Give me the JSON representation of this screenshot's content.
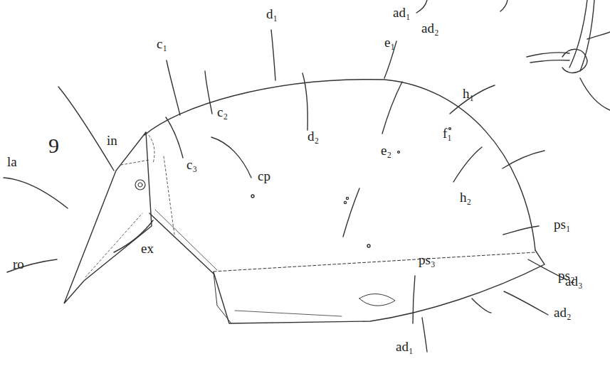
{
  "diagram": {
    "labels": [
      "d₁",
      "ad₁",
      "ad₂",
      "c₁",
      "e₁",
      "h₁",
      "c₂",
      "9",
      "in",
      "la",
      "c₃",
      "cp",
      "d₂",
      "e₂",
      "f₁",
      "h₂",
      "ps₁",
      "ps₂",
      "ex",
      "ro",
      "ps₃",
      "ad₃",
      "ad₂",
      "ad₁"
    ]
  }
}
